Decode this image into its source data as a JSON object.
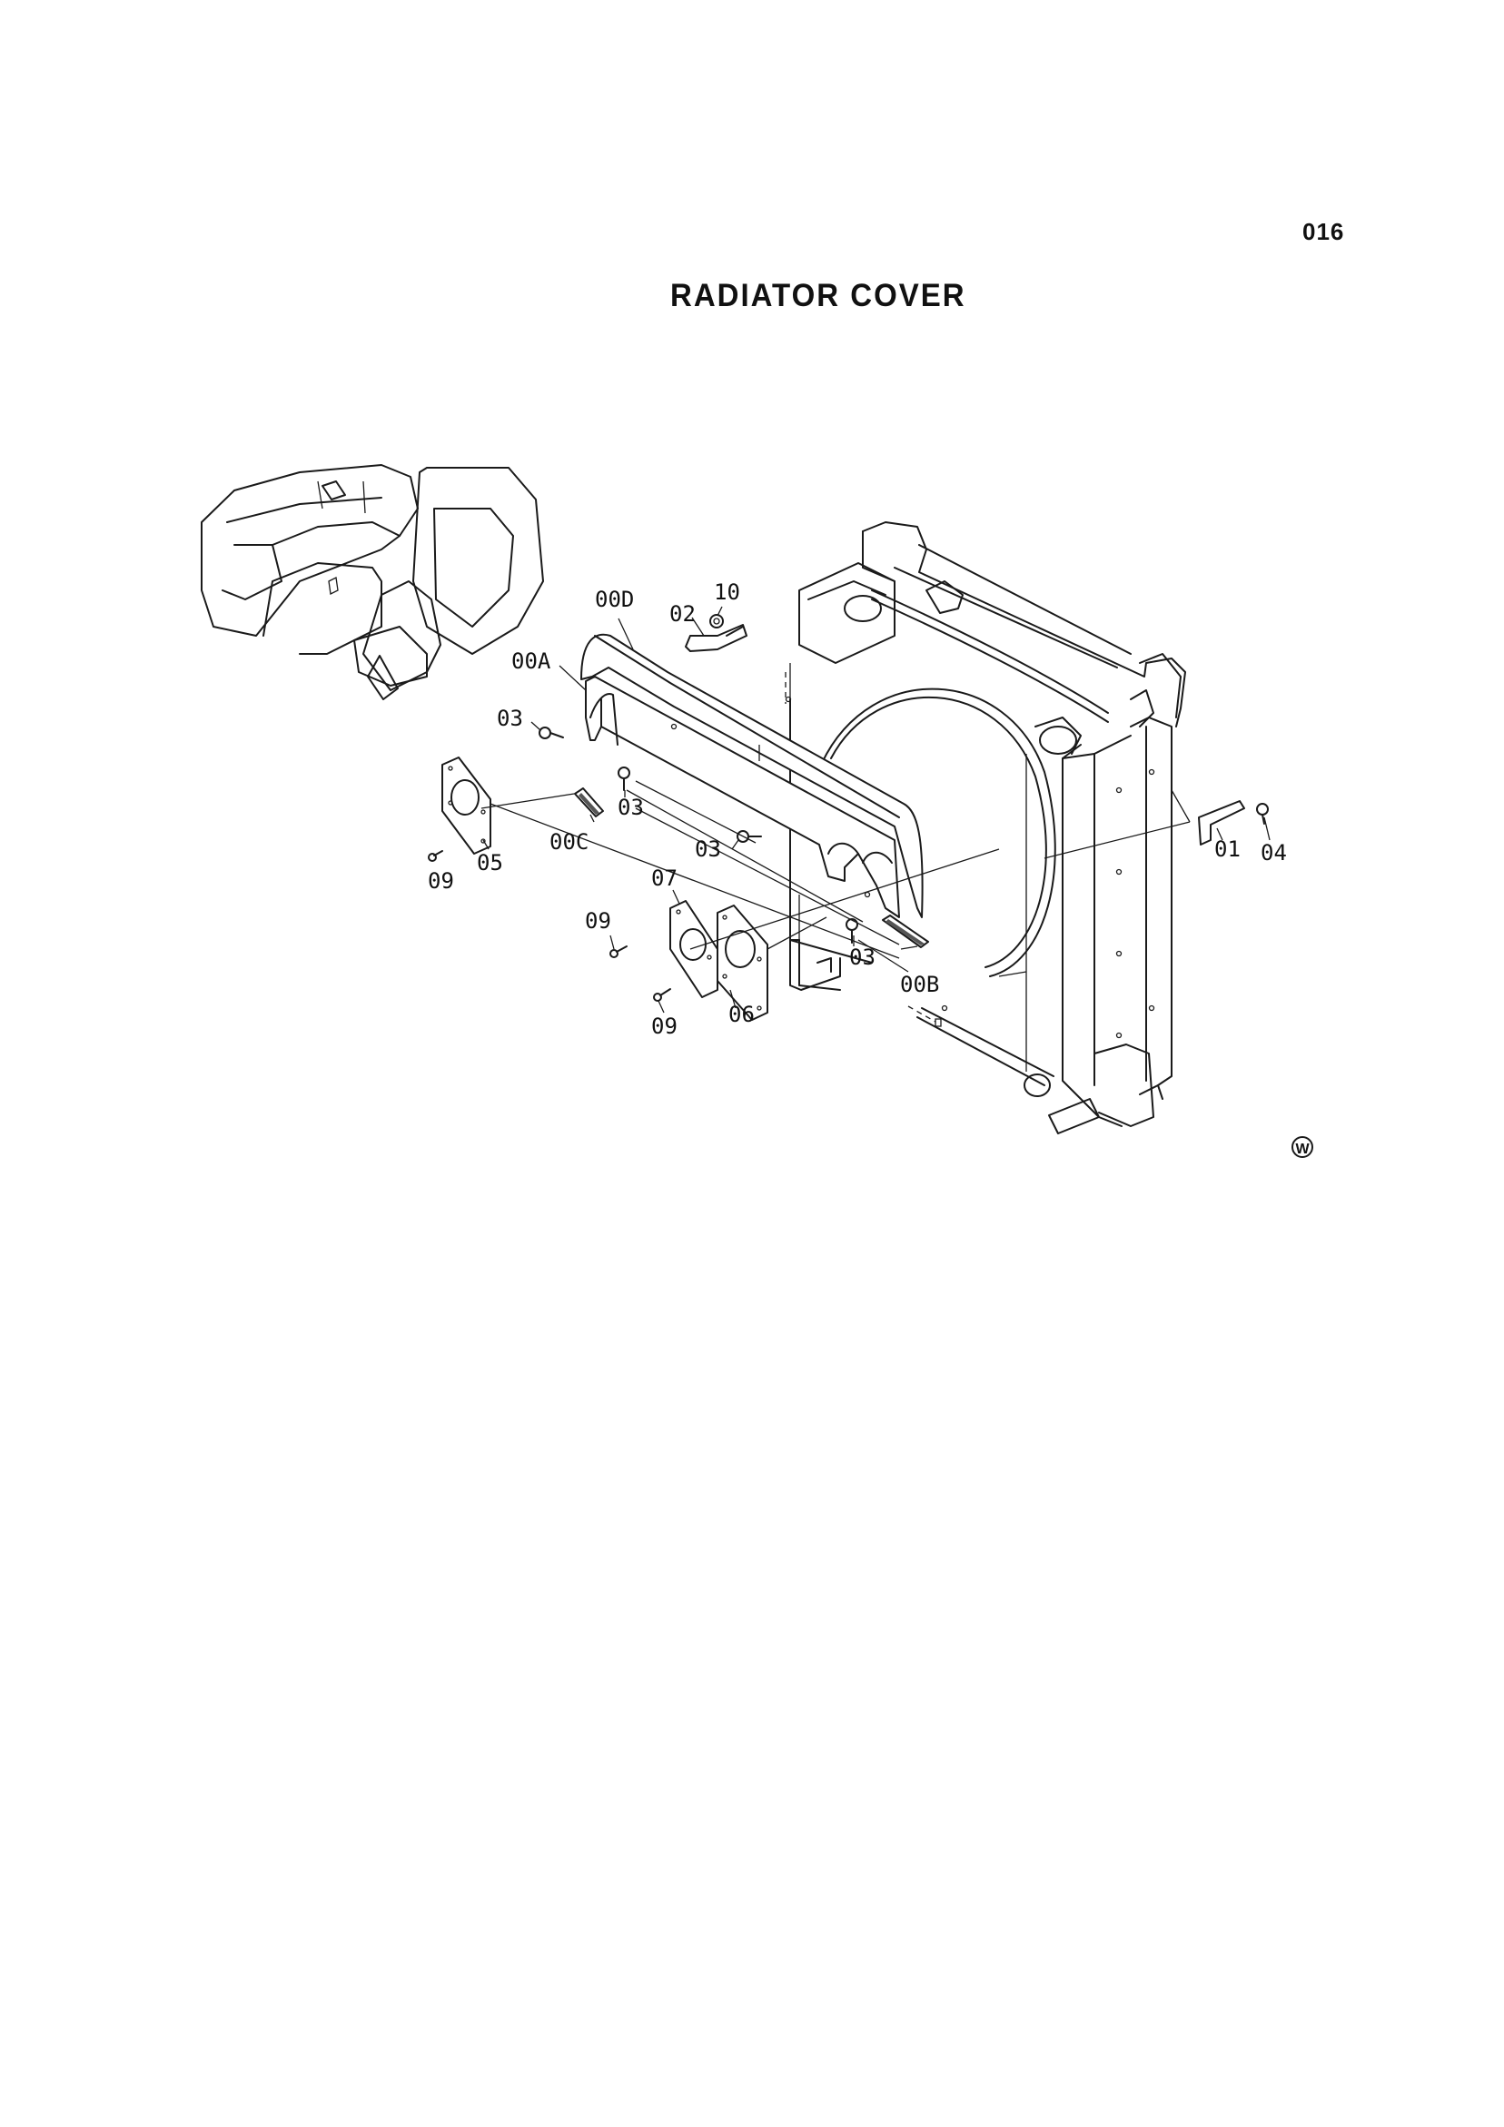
{
  "page_number": "016",
  "title": "RADIATOR COVER",
  "symbol": "W",
  "callouts": {
    "c00D": "00D",
    "c10": "10",
    "c02": "02",
    "c00A": "00A",
    "c03a": "03",
    "c03b": "03",
    "c03c": "03",
    "c03d": "03",
    "c00C": "00C",
    "c05": "05",
    "c09a": "09",
    "c09b": "09",
    "c09c": "09",
    "c07": "07",
    "c06": "06",
    "c00B": "00B",
    "c01": "01",
    "c04": "04"
  }
}
